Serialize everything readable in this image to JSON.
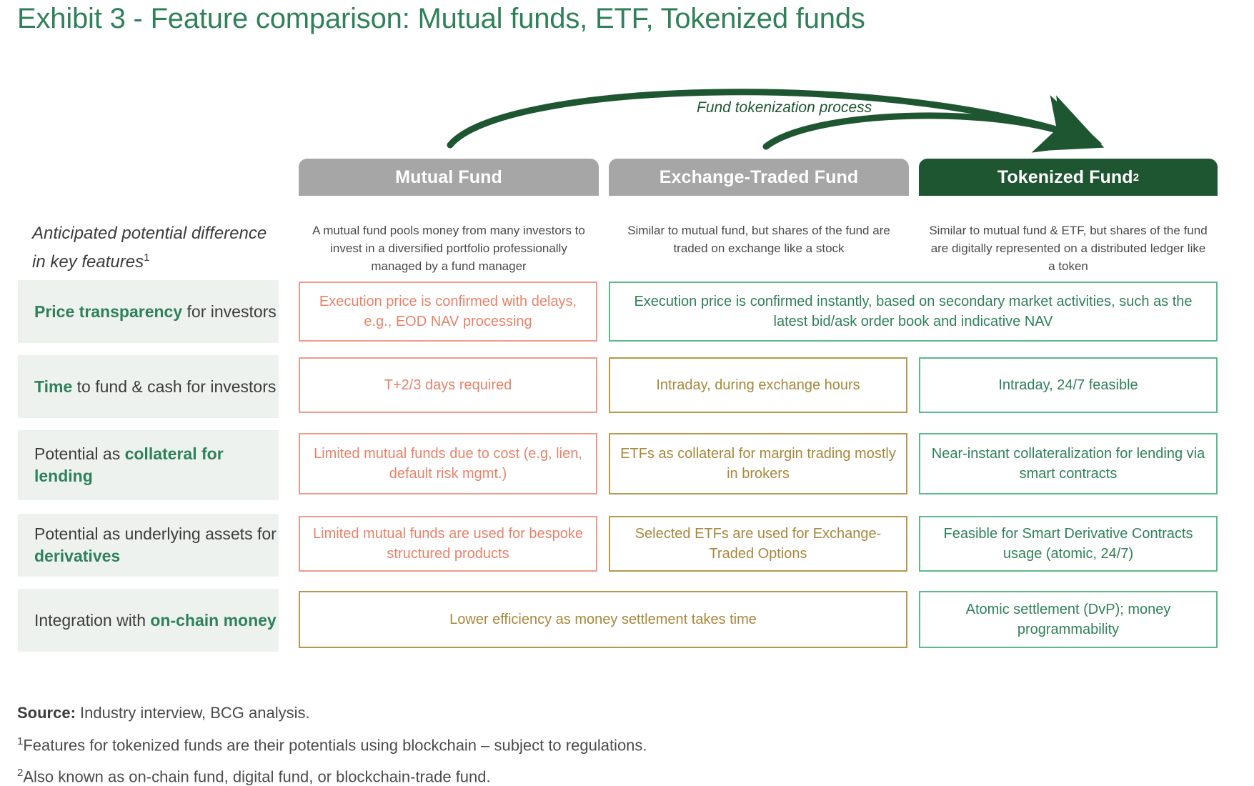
{
  "title": "Exhibit 3 - Feature comparison: Mutual funds, ETF, Tokenized funds",
  "flow": {
    "label": "Fund tokenization process",
    "arrow_color": "#1e5631"
  },
  "left_header": "Anticipated potential difference in key features",
  "left_header_sup": "1",
  "columns": [
    {
      "id": "mutual-fund",
      "title": "Mutual Fund",
      "sup": "",
      "header_color": "#a6a6a6",
      "description": "A mutual fund pools money from many investors to invest in a diversified portfolio professionally managed by a fund manager"
    },
    {
      "id": "exchange-traded-fund",
      "title": "Exchange-Traded Fund",
      "sup": "",
      "header_color": "#a6a6a6",
      "description": "Similar to mutual fund, but shares of the fund are traded on exchange like a stock"
    },
    {
      "id": "tokenized-fund",
      "title": "Tokenized Fund",
      "sup": "2",
      "header_color": "#1e5631",
      "description": "Similar to mutual fund & ETF, but shares of the fund are digitally represented on a distributed ledger like a token"
    }
  ],
  "rows": [
    {
      "id": "price-transparency",
      "label_plain_pre": "",
      "label_bold": "Price transparency",
      "label_plain_post": " for investors",
      "cells": [
        {
          "id": "mutual-fund",
          "span": 1,
          "tone": "red",
          "text": "Execution price is confirmed with delays, e.g., EOD NAV processing"
        },
        {
          "id": "etf-and-tokenized",
          "span": 2,
          "tone": "green",
          "text": "Execution price is confirmed instantly, based on secondary market activities, such as the latest bid/ask order book and indicative NAV"
        }
      ]
    },
    {
      "id": "time-to-fund-and-cash",
      "label_plain_pre": "",
      "label_bold": "Time",
      "label_plain_post": " to fund & cash for investors",
      "cells": [
        {
          "id": "mutual-fund",
          "span": 1,
          "tone": "red",
          "text": "T+2/3 days required"
        },
        {
          "id": "etf",
          "span": 1,
          "tone": "olive",
          "text": "Intraday, during exchange hours"
        },
        {
          "id": "tokenized-fund",
          "span": 1,
          "tone": "green",
          "text": "Intraday, 24/7 feasible"
        }
      ]
    },
    {
      "id": "collateral-for-lending",
      "label_plain_pre": "Potential as ",
      "label_bold": "collateral for lending",
      "label_plain_post": "",
      "cells": [
        {
          "id": "mutual-fund",
          "span": 1,
          "tone": "red",
          "text": "Limited mutual funds due to cost (e.g, lien, default risk mgmt.)"
        },
        {
          "id": "etf",
          "span": 1,
          "tone": "olive",
          "text": "ETFs as collateral for margin trading mostly in brokers"
        },
        {
          "id": "tokenized-fund",
          "span": 1,
          "tone": "green",
          "text": "Near-instant collateralization for lending via smart contracts"
        }
      ]
    },
    {
      "id": "underlying-assets-for-derivatives",
      "label_plain_pre": "Potential as underlying assets for ",
      "label_bold": "derivatives",
      "label_plain_post": "",
      "cells": [
        {
          "id": "mutual-fund",
          "span": 1,
          "tone": "red",
          "text": "Limited mutual funds are used for bespoke structured products"
        },
        {
          "id": "etf",
          "span": 1,
          "tone": "olive",
          "text": "Selected ETFs are used for Exchange-Traded Options"
        },
        {
          "id": "tokenized-fund",
          "span": 1,
          "tone": "green",
          "text": "Feasible for Smart Derivative Contracts usage (atomic, 24/7)"
        }
      ]
    },
    {
      "id": "integration-with-on-chain-money",
      "label_plain_pre": "Integration with ",
      "label_bold": "on-chain money",
      "label_plain_post": "",
      "cells": [
        {
          "id": "mutual-fund-and-etf",
          "span": 2,
          "tone": "olive",
          "text": "Lower efficiency as money settlement takes time"
        },
        {
          "id": "tokenized-fund",
          "span": 1,
          "tone": "green",
          "text": "Atomic settlement (DvP); money programmability"
        }
      ]
    }
  ],
  "footer": {
    "source_label": "Source:",
    "source_text": " Industry interview, BCG analysis.",
    "footnote1_sup": "1",
    "footnote1": "Features for tokenized funds are their potentials using blockchain – subject to regulations.",
    "footnote2_sup": "2",
    "footnote2": "Also known as on-chain fund, digital fund, or blockchain-trade fund."
  },
  "colors": {
    "brand_green": "#2f8159",
    "dark_green": "#1e5631",
    "grey_header": "#a6a6a6",
    "label_chip_bg": "#edf2ef",
    "red": "#e8826a",
    "olive": "#a8873c"
  }
}
